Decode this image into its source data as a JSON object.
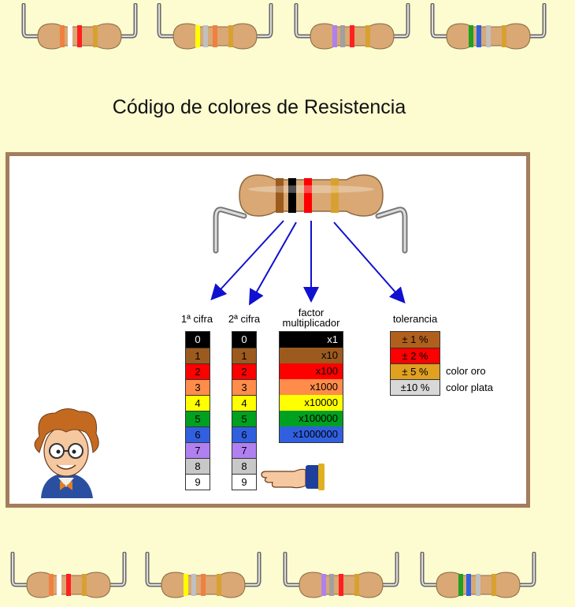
{
  "title": "Código de colores de Resistencia",
  "headers": {
    "digit1": "1ª cifra",
    "digit2": "2ª cifra",
    "multiplier_line1": "factor",
    "multiplier_line2": "multiplicador",
    "tolerance": "tolerancia"
  },
  "digits": [
    {
      "label": "0",
      "color": "#000000",
      "text_color": "#ffffff"
    },
    {
      "label": "1",
      "color": "#9c5a1e",
      "text_color": "#000000"
    },
    {
      "label": "2",
      "color": "#ff0000",
      "text_color": "#000000"
    },
    {
      "label": "3",
      "color": "#ff8c4a",
      "text_color": "#000000"
    },
    {
      "label": "4",
      "color": "#ffff00",
      "text_color": "#000000"
    },
    {
      "label": "5",
      "color": "#00a020",
      "text_color": "#000000"
    },
    {
      "label": "6",
      "color": "#3060e0",
      "text_color": "#000000"
    },
    {
      "label": "7",
      "color": "#b080f0",
      "text_color": "#000000"
    },
    {
      "label": "8",
      "color": "#c8c8c8",
      "text_color": "#000000"
    },
    {
      "label": "9",
      "color": "#ffffff",
      "text_color": "#000000"
    }
  ],
  "multipliers": [
    {
      "label": "x1",
      "color": "#000000",
      "text_color": "#ffffff"
    },
    {
      "label": "x10",
      "color": "#9c5a1e",
      "text_color": "#000000"
    },
    {
      "label": "x100",
      "color": "#ff0000",
      "text_color": "#000000"
    },
    {
      "label": "x1000",
      "color": "#ff8c4a",
      "text_color": "#000000"
    },
    {
      "label": "x10000",
      "color": "#ffff00",
      "text_color": "#000000"
    },
    {
      "label": "x100000",
      "color": "#00a020",
      "text_color": "#000000"
    },
    {
      "label": "x1000000",
      "color": "#3060e0",
      "text_color": "#000000"
    }
  ],
  "tolerances": [
    {
      "label": "± 1 %",
      "color": "#b0601c",
      "note": ""
    },
    {
      "label": "± 2 %",
      "color": "#ff0000",
      "note": ""
    },
    {
      "label": "± 5 %",
      "color": "#e0a020",
      "note": "color oro"
    },
    {
      "label": "±10 %",
      "color": "#d8d8d8",
      "note": "color plata"
    }
  ],
  "colors": {
    "background": "#fdfbd0",
    "panel_border": "#a47c5e",
    "resistor_body": "#d9a874",
    "arrow": "#1010d0"
  },
  "decor_resistors": [
    {
      "bands": [
        "#f08040",
        "#ffffff",
        "#ff2020",
        "#d8a030"
      ]
    },
    {
      "bands": [
        "#ffff00",
        "#c0c0c0",
        "#f08040",
        "#d8a030"
      ]
    },
    {
      "bands": [
        "#b080f0",
        "#a0a0a0",
        "#ff2020",
        "#d8a030"
      ]
    },
    {
      "bands": [
        "#20a020",
        "#3060e0",
        "#c0c0c0",
        "#d8a030"
      ]
    }
  ],
  "main_resistor": {
    "bands": [
      "#9c5a1e",
      "#000000",
      "#ff0000",
      "#d8a030"
    ]
  },
  "icons": [
    "resistor-icon",
    "arrow-icon",
    "professor-icon",
    "pointing-hand-icon"
  ]
}
